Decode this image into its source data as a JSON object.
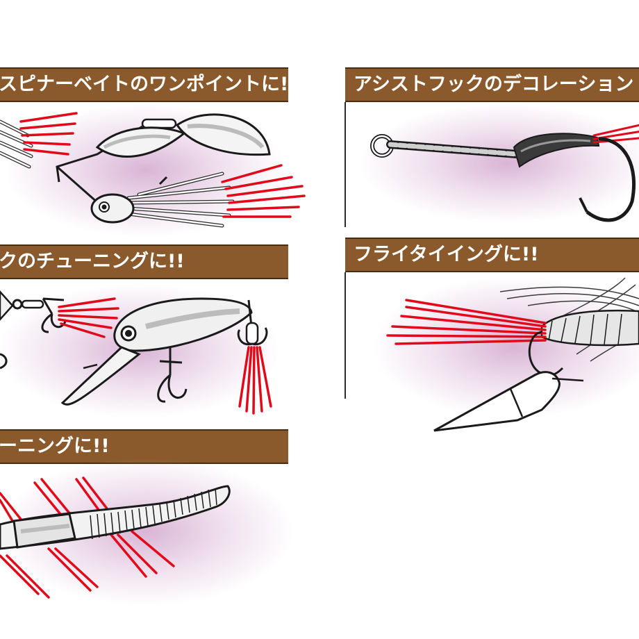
{
  "banners": {
    "spinnerbait": "スピナーベイトのワンポイントに!!",
    "assist_hook": "アシストフックのデコレーション",
    "hook_tuning": "クのチューニングに!!",
    "fly_tying": "フライタイイングに!!",
    "worm_tuning": "ーニングに!!"
  },
  "colors": {
    "banner_brown": "#8a5a2c",
    "fiber_red": "#e00a1a",
    "glow_purple": "#ba78b2"
  }
}
